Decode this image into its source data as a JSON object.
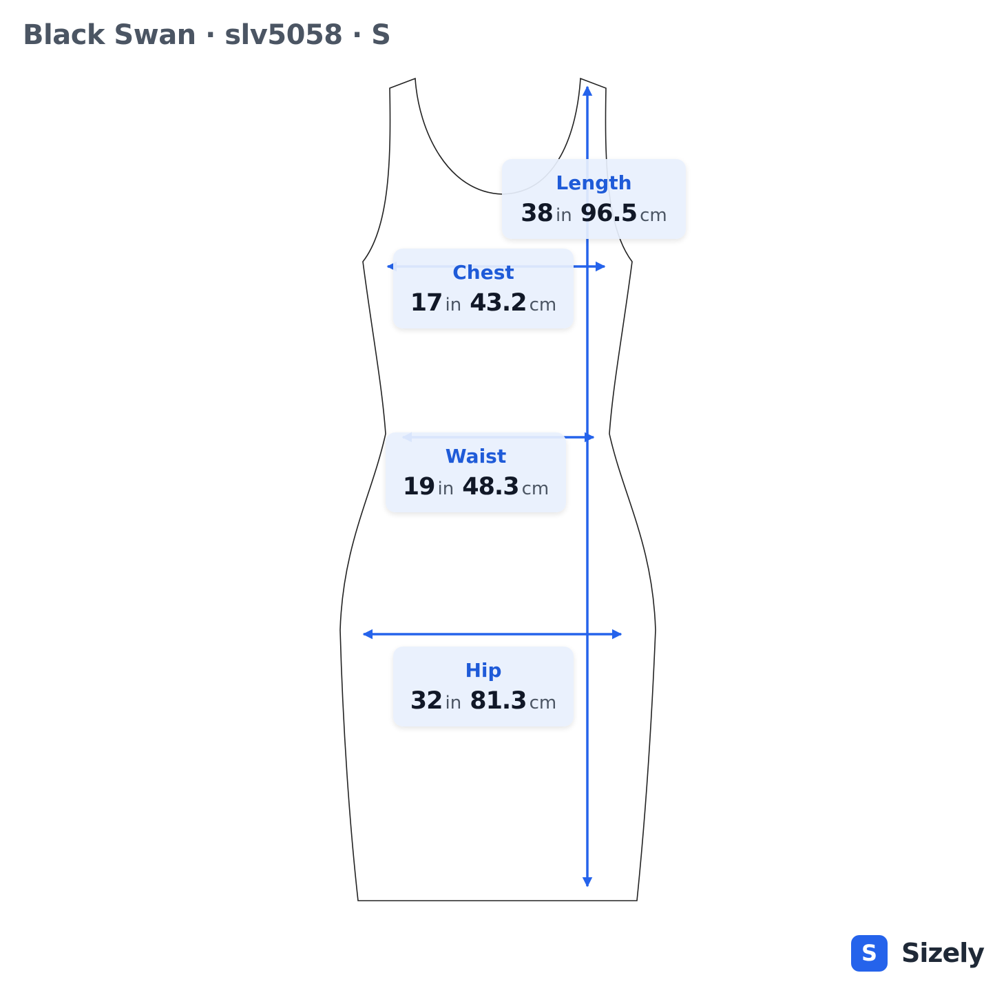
{
  "title": "Black Swan · slv5058 · S",
  "accent_color": "#2563eb",
  "measurements": {
    "length": {
      "label": "Length",
      "in_value": "38",
      "in_unit": "in",
      "cm_value": "96.5",
      "cm_unit": "cm"
    },
    "chest": {
      "label": "Chest",
      "in_value": "17",
      "in_unit": "in",
      "cm_value": "43.2",
      "cm_unit": "cm"
    },
    "waist": {
      "label": "Waist",
      "in_value": "19",
      "in_unit": "in",
      "cm_value": "48.3",
      "cm_unit": "cm"
    },
    "hip": {
      "label": "Hip",
      "in_value": "32",
      "in_unit": "in",
      "cm_value": "81.3",
      "cm_unit": "cm"
    }
  },
  "brand": {
    "badge_letter": "S",
    "name": "Sizely"
  }
}
